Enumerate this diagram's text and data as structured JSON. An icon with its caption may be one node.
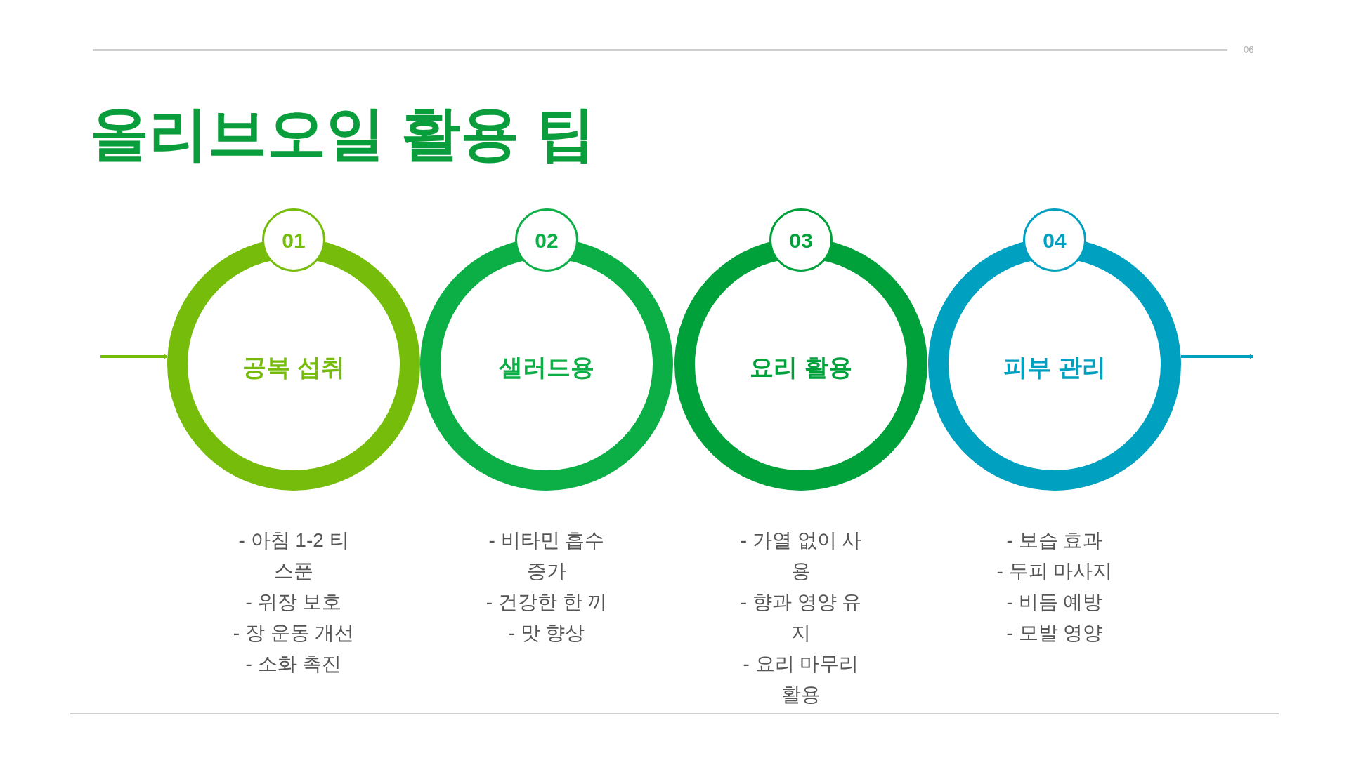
{
  "diagram": {
    "title": "올리브오일 활용 팁",
    "nodes": [
      {
        "text": [
          "01"
        ]
      },
      {
        "text": [
          "공복 섭취"
        ],
        "beside": [
          "- 아침 1-2 티스푼",
          "- 위장 보호",
          "- 장 운동 개선",
          "- 소화 촉진"
        ]
      },
      {
        "text": [
          "02"
        ]
      },
      {
        "text": [
          "샐러드용"
        ],
        "beside": [
          "- 비타민 흡수 증가",
          "- 건강한 한 끼",
          "- 맛 향상"
        ]
      },
      {
        "text": [
          "03"
        ]
      },
      {
        "text": [
          "요리 활용"
        ],
        "beside": [
          "- 가열 없이 사용",
          "- 향과 영양 유지",
          "- 요리 마무리 활용"
        ]
      },
      {
        "text": [
          "04"
        ]
      },
      {
        "text": [
          "피부 관리"
        ],
        "beside": [
          "- 보습 효과",
          "- 두피 마사지",
          "- 비듬 예방",
          "- 모발 영양"
        ]
      }
    ],
    "edges": [
      {
        "from": null,
        "to": 1,
        "arrow": "to",
        "color": "#76bc0b"
      },
      {
        "from": 7,
        "to": null,
        "arrow": "to",
        "color": "#00a0c0"
      }
    ],
    "labels": [
      "06"
    ]
  }
}
